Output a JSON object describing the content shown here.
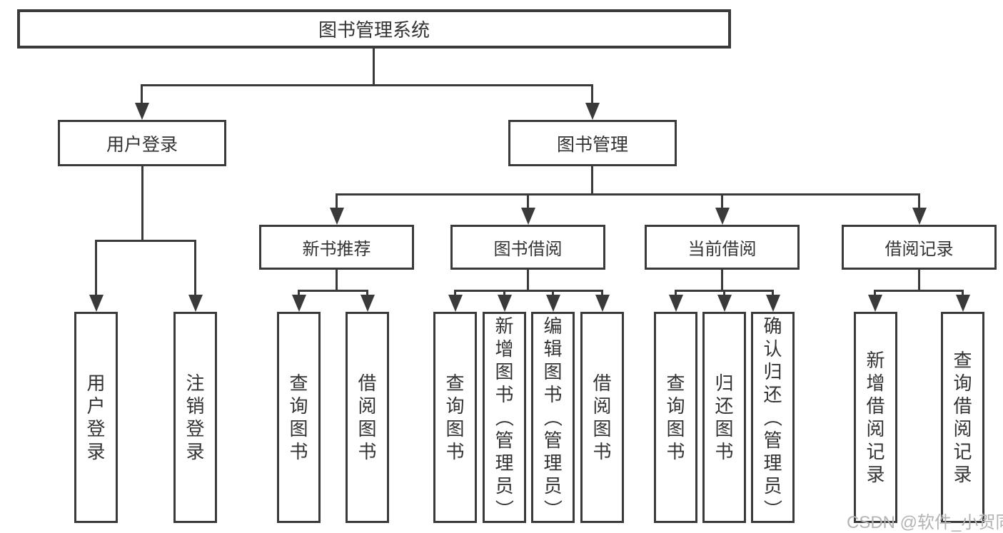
{
  "diagram": {
    "root": "图书管理系统",
    "level2": [
      "用户登录",
      "图书管理"
    ],
    "level3": [
      "新书推荐",
      "图书借阅",
      "当前借阅",
      "借阅记录"
    ],
    "leaves": {
      "login": [
        "用户登录",
        "注销登录"
      ],
      "recommend": [
        "查询图书",
        "借阅图书"
      ],
      "borrow": [
        "查询图书",
        "新增图书（管理员）",
        "编辑图书（管理员）",
        "借阅图书"
      ],
      "current": [
        "查询图书",
        "归还图书",
        "确认归还（管理员）"
      ],
      "records": [
        "新增借阅记录",
        "查询借阅记录"
      ]
    },
    "watermark": "CSDN @软件_小贺同学",
    "colors": {
      "line": "#3a3a3a",
      "text": "#333333",
      "box_background": "#ffffff",
      "page_background": "#ffffff",
      "watermark": "#b3b3b3"
    }
  }
}
